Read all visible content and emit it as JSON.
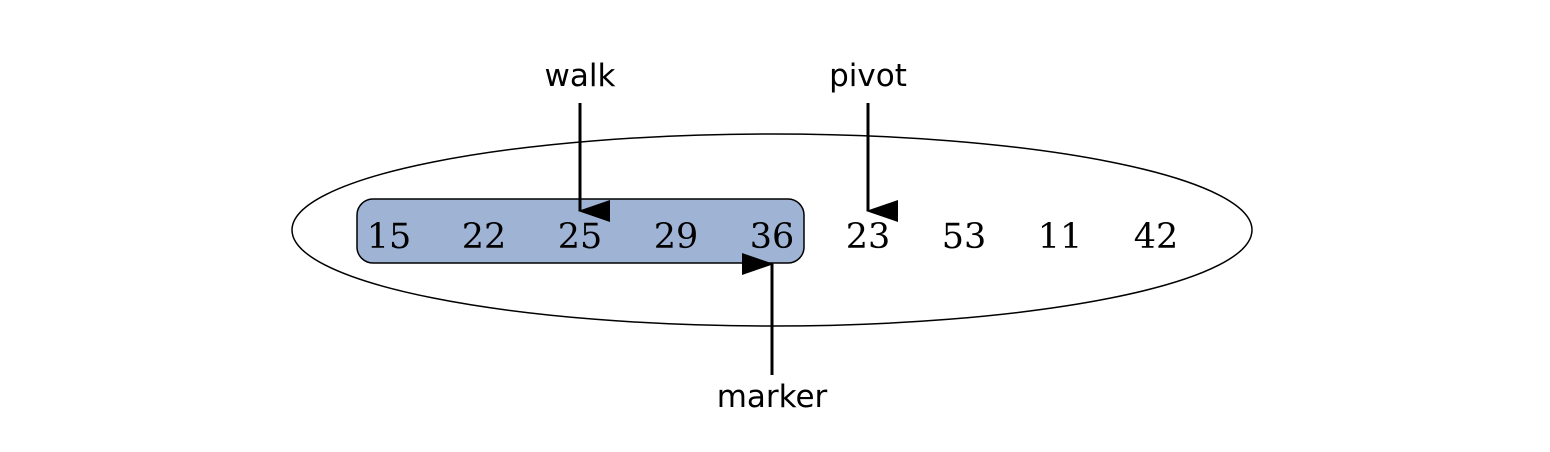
{
  "diagram": {
    "values": [
      "15",
      "22",
      "25",
      "29",
      "36",
      "23",
      "53",
      "11",
      "42"
    ],
    "labels": {
      "walk": "walk",
      "pivot": "pivot",
      "marker": "marker"
    },
    "highlight_color": "#9fb3d5"
  }
}
